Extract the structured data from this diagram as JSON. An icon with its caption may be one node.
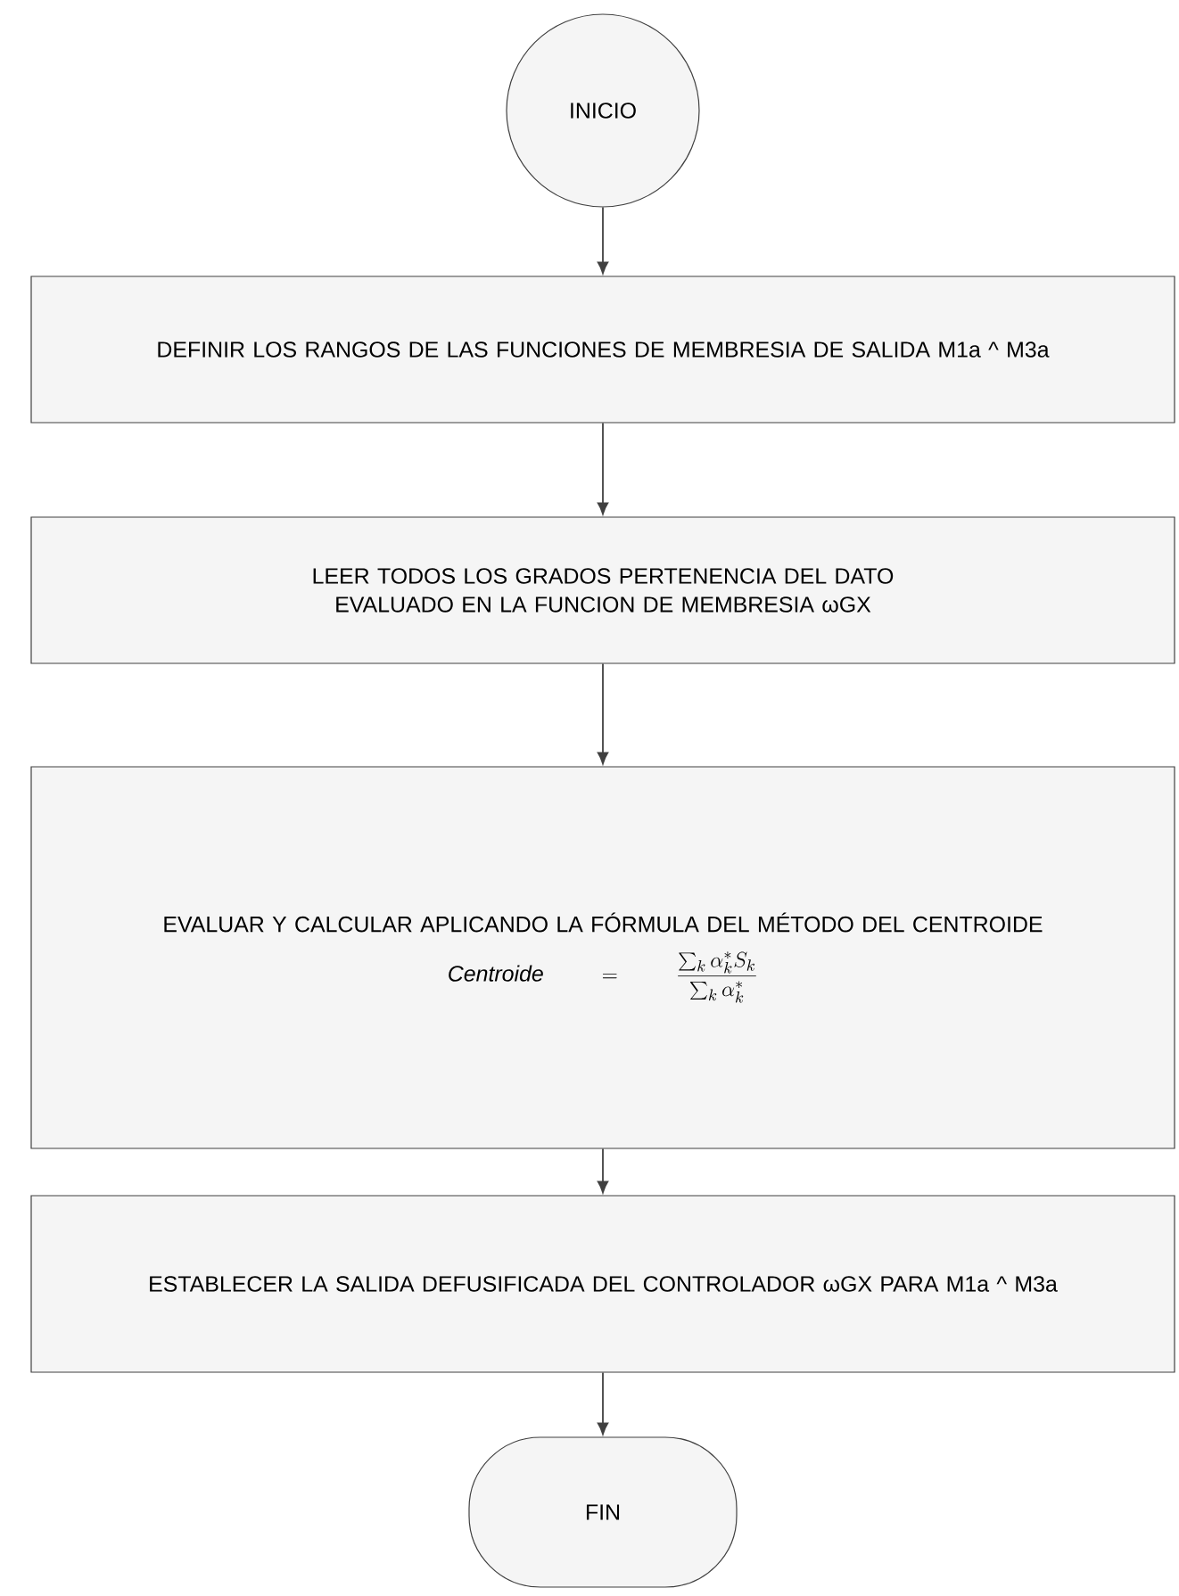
{
  "diagram": {
    "nodes": [
      {
        "text": [
          "INICIO"
        ]
      },
      {
        "text": [
          "DEFINIR LOS RANGOS DE LAS FUNCIONES DE MEMBRESIA DE SALIDA M1a ^ M3a"
        ]
      },
      {
        "text": [
          "LEER TODOS LOS GRADOS PERTENENCIA DEL DATO EVALUADO EN LA FUNCION DE MEMBRESIA ωGX"
        ]
      },
      {
        "text": [
          "EVALUAR Y CALCULAR APLICANDO LA FÓRMULA DEL MÉTODO DEL CENTROIDE",
          "\\mathit{Centroide} = \\frac{\\sum_k \\alpha_k^* S_k}{\\sum_k \\alpha_k^*}"
        ]
      },
      {
        "text": [
          "ESTABLECER LA SALIDA DEFUSIFICADA DEL CONTROLADOR ωGX PARA M1a ^ M3a"
        ]
      },
      {
        "text": [
          "FIN"
        ]
      }
    ],
    "edges": [
      {
        "from": 0,
        "to": 1,
        "arrow": "to"
      },
      {
        "from": 1,
        "to": 2,
        "arrow": "to"
      },
      {
        "from": 2,
        "to": 3,
        "arrow": "to"
      },
      {
        "from": 3,
        "to": 4,
        "arrow": "to"
      },
      {
        "from": 4,
        "to": 5,
        "arrow": "to"
      }
    ]
  }
}
